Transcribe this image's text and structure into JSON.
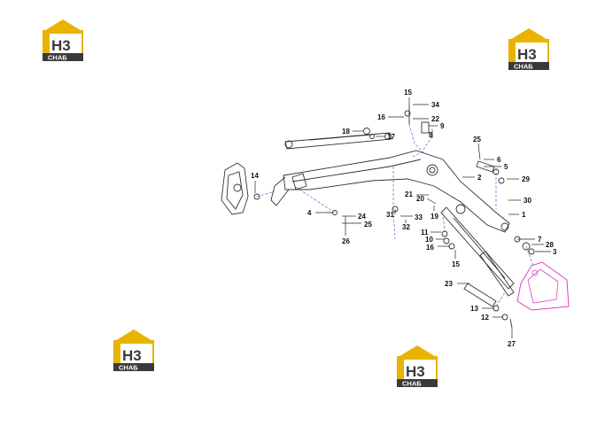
{
  "logo": {
    "mark": "H3",
    "word": "CHAБ",
    "colors": {
      "gold": "#e8b400",
      "dark": "#3a3a3a",
      "white": "#ffffff"
    }
  },
  "callouts": [
    "15",
    "34",
    "16",
    "22",
    "8",
    "9",
    "18",
    "17",
    "25",
    "6",
    "5",
    "29",
    "2",
    "30",
    "1",
    "14",
    "21",
    "20",
    "19",
    "4",
    "24",
    "25",
    "26",
    "31",
    "33",
    "32",
    "11",
    "10",
    "16",
    "7",
    "28",
    "3",
    "15",
    "23",
    "13",
    "12",
    "27"
  ],
  "accent_color": "#e040c0"
}
